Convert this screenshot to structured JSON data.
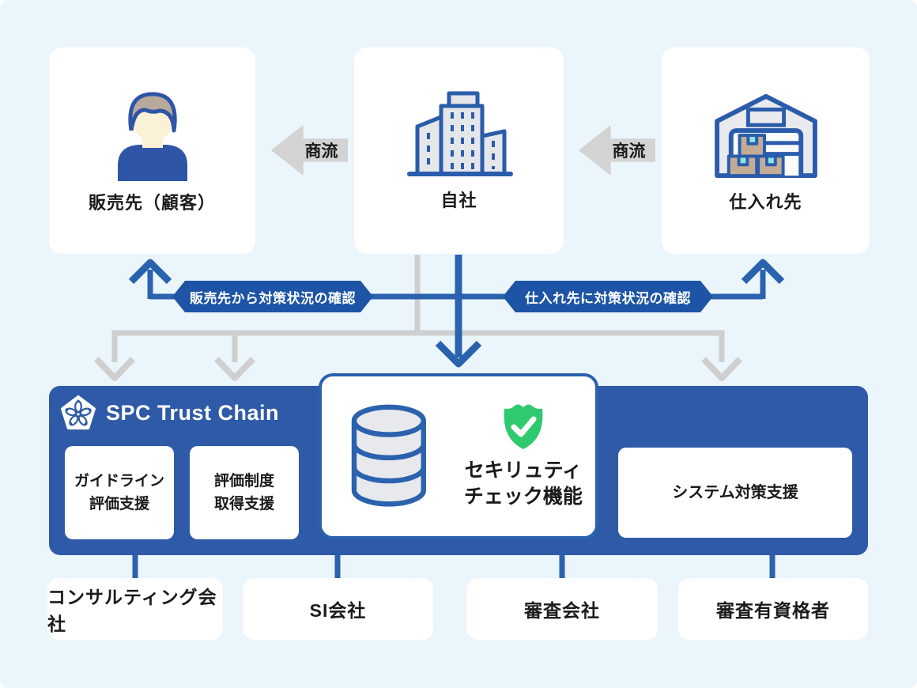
{
  "top_row": {
    "sales": {
      "label": "販売先（顧客）"
    },
    "company": {
      "label": "自社"
    },
    "supplier": {
      "label": "仕入れ先"
    },
    "flow_left": {
      "label": "商流"
    },
    "flow_right": {
      "label": "商流"
    }
  },
  "callouts": {
    "from_sales": "販売先から対策状況の確認",
    "to_supplier": "仕入れ先に対策状況の確認"
  },
  "platform": {
    "brand": "SPC Trust Chain",
    "features": [
      {
        "lines": [
          "ガイドライン",
          "評価支援"
        ]
      },
      {
        "lines": [
          "評価制度",
          "取得支援"
        ]
      },
      {
        "lines": [
          "セキリュティ",
          "チェック機能"
        ]
      },
      {
        "lines": [
          "システム対策支援"
        ]
      }
    ]
  },
  "partners": [
    "コンサルティング会社",
    "SI会社",
    "審査会社",
    "審査有資格者"
  ],
  "colors": {
    "background": "#EBF5FC",
    "banner_blue": "#2E5AA7",
    "callout_blue": "#1D54A6",
    "line_blue": "#2A62AE",
    "line_gray": "#CFCFCF",
    "tag_gray": "#D3D3D3",
    "shield_green": "#2FCA70",
    "card_white": "#FFFFFF",
    "text": "#1A1A1A"
  }
}
